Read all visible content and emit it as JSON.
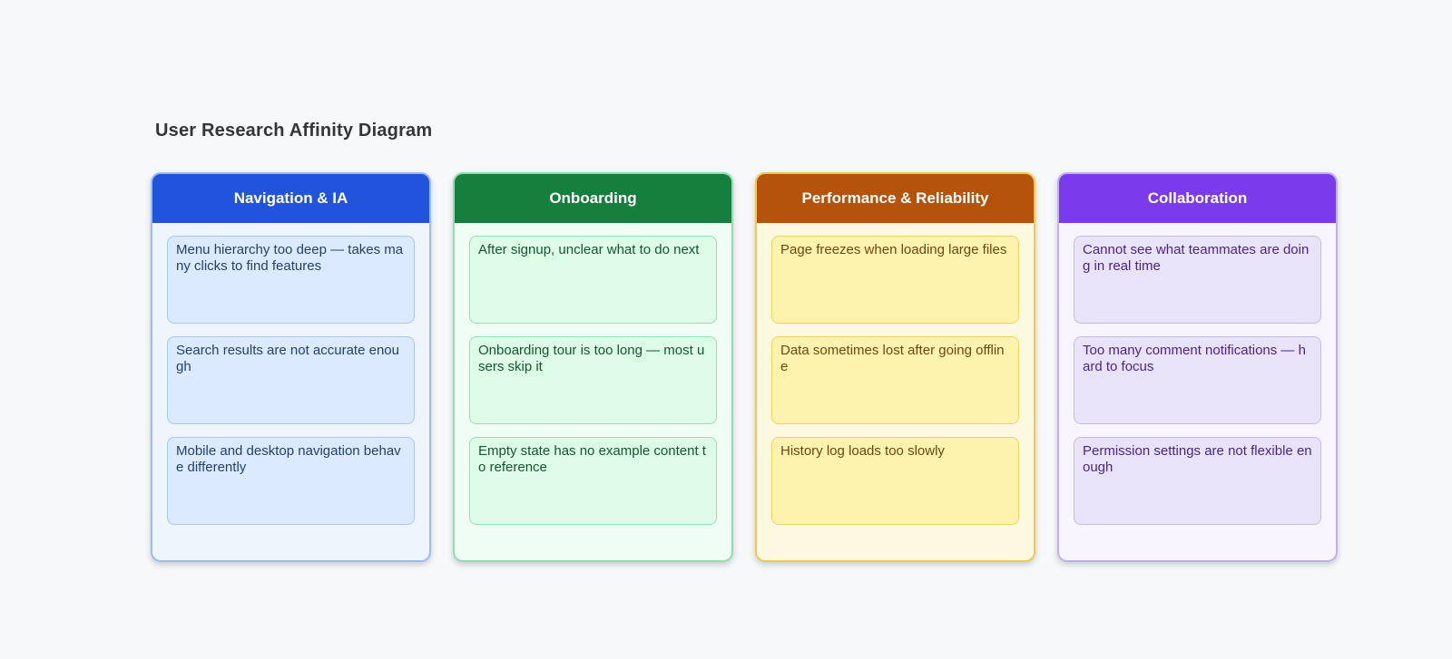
{
  "page": {
    "title": "User Research Affinity Diagram",
    "background_color": "#f7f8fa",
    "title_color": "#323639"
  },
  "board": {
    "columns": [
      {
        "id": "navigation-ia",
        "label": "Navigation & IA",
        "colors": {
          "header_bg": "#2153db",
          "header_text": "#ffffff",
          "body_bg": "#eef5fd",
          "border": "#9cbcec",
          "note_bg": "#dbeafe",
          "note_border": "#a8c7f0",
          "note_text": "#24416b"
        },
        "notes": [
          "Menu hierarchy too deep — takes many clicks to find features",
          "Search results are not accurate enough",
          "Mobile and desktop navigation behave differently"
        ]
      },
      {
        "id": "onboarding",
        "label": "Onboarding",
        "colors": {
          "header_bg": "#15803d",
          "header_text": "#ffffff",
          "body_bg": "#effdf4",
          "border": "#90dfae",
          "note_bg": "#dcfce7",
          "note_border": "#96dfb2",
          "note_text": "#16552f"
        },
        "notes": [
          "After signup, unclear what to do next",
          "Onboarding tour is too long — most users skip it",
          "Empty state has no example content to reference"
        ]
      },
      {
        "id": "performance-reliability",
        "label": "Performance & Reliability",
        "colors": {
          "header_bg": "#b45309",
          "header_text": "#ffffff",
          "body_bg": "#fdf9e1",
          "border": "#efca4e",
          "note_bg": "#fdf3af",
          "note_border": "#eed45f",
          "note_text": "#6e4613"
        },
        "notes": [
          "Page freezes when loading large files",
          "Data sometimes lost after going offline",
          "History log loads too slowly"
        ]
      },
      {
        "id": "collaboration",
        "label": "Collaboration",
        "colors": {
          "header_bg": "#7c3aed",
          "header_text": "#ffffff",
          "body_bg": "#f9f5fe",
          "border": "#c4b0e9",
          "note_bg": "#e9e3f9",
          "note_border": "#cab9eb",
          "note_text": "#4b2488"
        },
        "notes": [
          "Cannot see what teammates are doing in real time",
          "Too many comment notifications — hard to focus",
          "Permission settings are not flexible enough"
        ]
      }
    ]
  }
}
